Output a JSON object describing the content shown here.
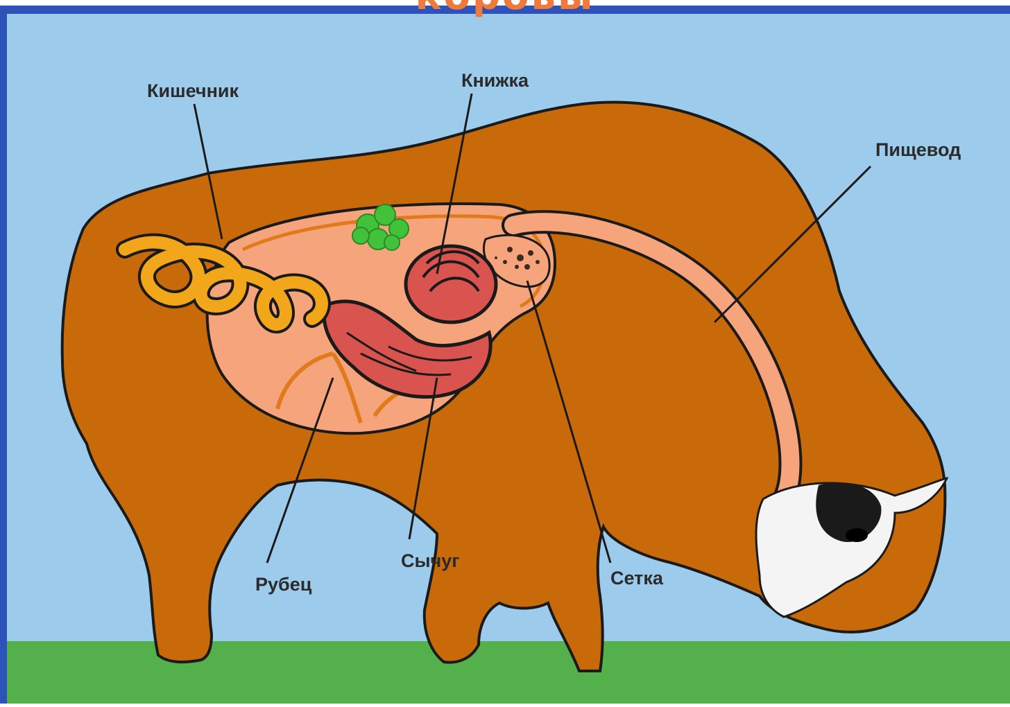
{
  "title": "коровы",
  "labels": {
    "intestine": "Кишечник",
    "omasum": "Книжка",
    "esophagus": "Пищевод",
    "rumen": "Рубец",
    "abomasum": "Сычуг",
    "reticulum": "Сетка"
  },
  "colors": {
    "sky": "#9ccbec",
    "grass": "#53b04a",
    "body": "#c8690a",
    "stomach_fill": "#f5a47c",
    "intestine": "#f2a71a",
    "abomasum": "#d9534f",
    "food": "#42c23a"
  }
}
